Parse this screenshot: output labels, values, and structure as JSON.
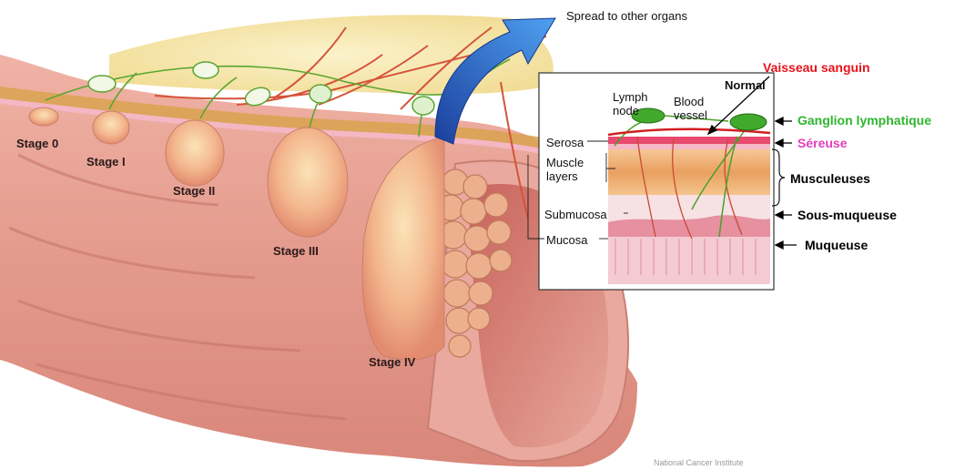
{
  "labels": {
    "spread": "Spread to other organs",
    "stages": [
      "Stage 0",
      "Stage I",
      "Stage II",
      "Stage III",
      "Stage IV"
    ],
    "inset": {
      "title": "Normal",
      "lymph_node": "Lymph\nnode",
      "blood_vessel": "Blood\nvessel",
      "serosa": "Serosa",
      "muscle_layers": "Muscle\nlayers",
      "submucosa": "Submucosa",
      "mucosa": "Mucosa"
    },
    "french": {
      "vaisseau": "Vaisseau sanguin",
      "ganglion": "Ganglion lymphatique",
      "sereuse": "Séreuse",
      "musculeuses": "Musculeuses",
      "sous_muqueuse": "Sous-muqueuse",
      "muqueuse": "Muqueuse"
    },
    "credit": "National Cancer Institute"
  },
  "colors": {
    "vaisseau": "#e8121c",
    "ganglion": "#2fb52f",
    "sereuse": "#e43fbf",
    "arrow_blue": "#2f6fd6",
    "tissue_pink": "#e7a096",
    "tumor": "#f2b48f",
    "fat_yellow": "#f6e39c"
  }
}
